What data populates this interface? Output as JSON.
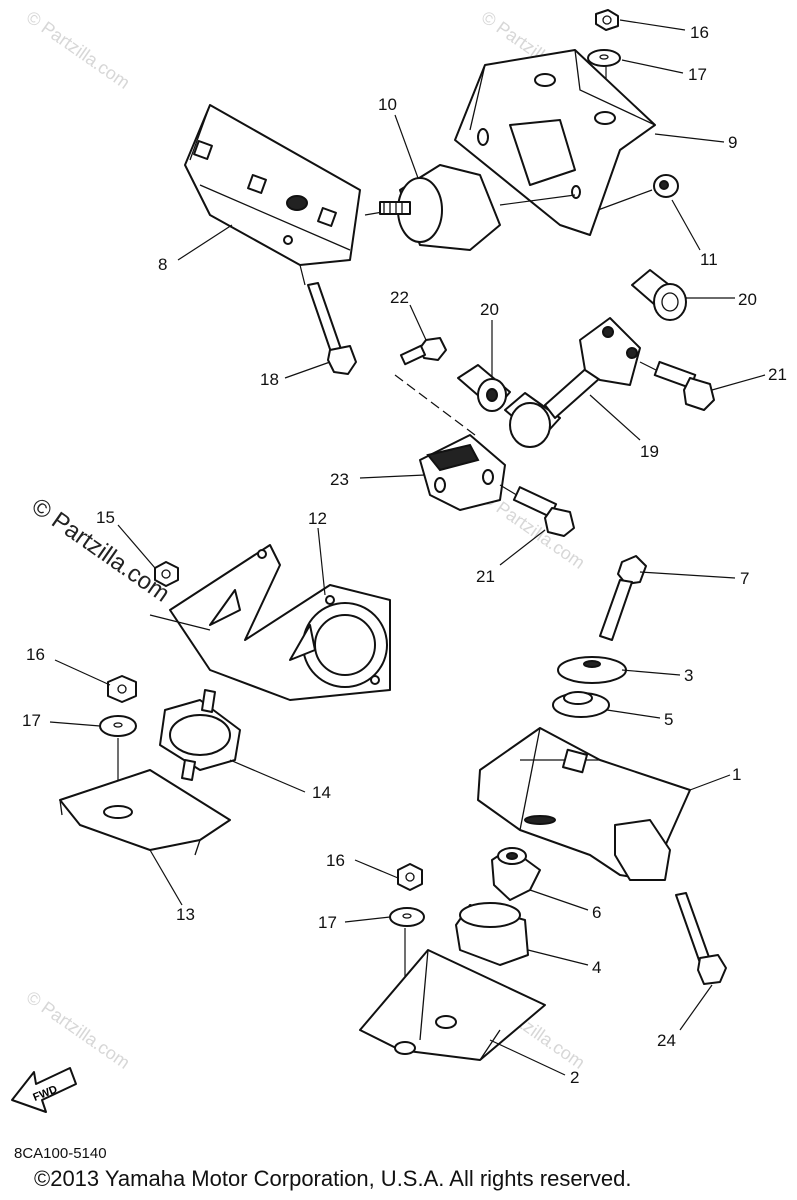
{
  "diagram": {
    "part_numbers": [
      "1",
      "2",
      "3",
      "4",
      "5",
      "6",
      "7",
      "8",
      "9",
      "10",
      "11",
      "12",
      "13",
      "14",
      "15",
      "16",
      "17",
      "18",
      "19",
      "20",
      "21",
      "22",
      "23",
      "24"
    ],
    "watermark": "© Partzilla.com",
    "watermark_main": "© Partzilla.com",
    "fwd_label": "FWD",
    "drawing_code": "8CA100-5140",
    "copyright": "©2013  Yamaha Motor Corporation, U.S.A. All rights reserved."
  }
}
